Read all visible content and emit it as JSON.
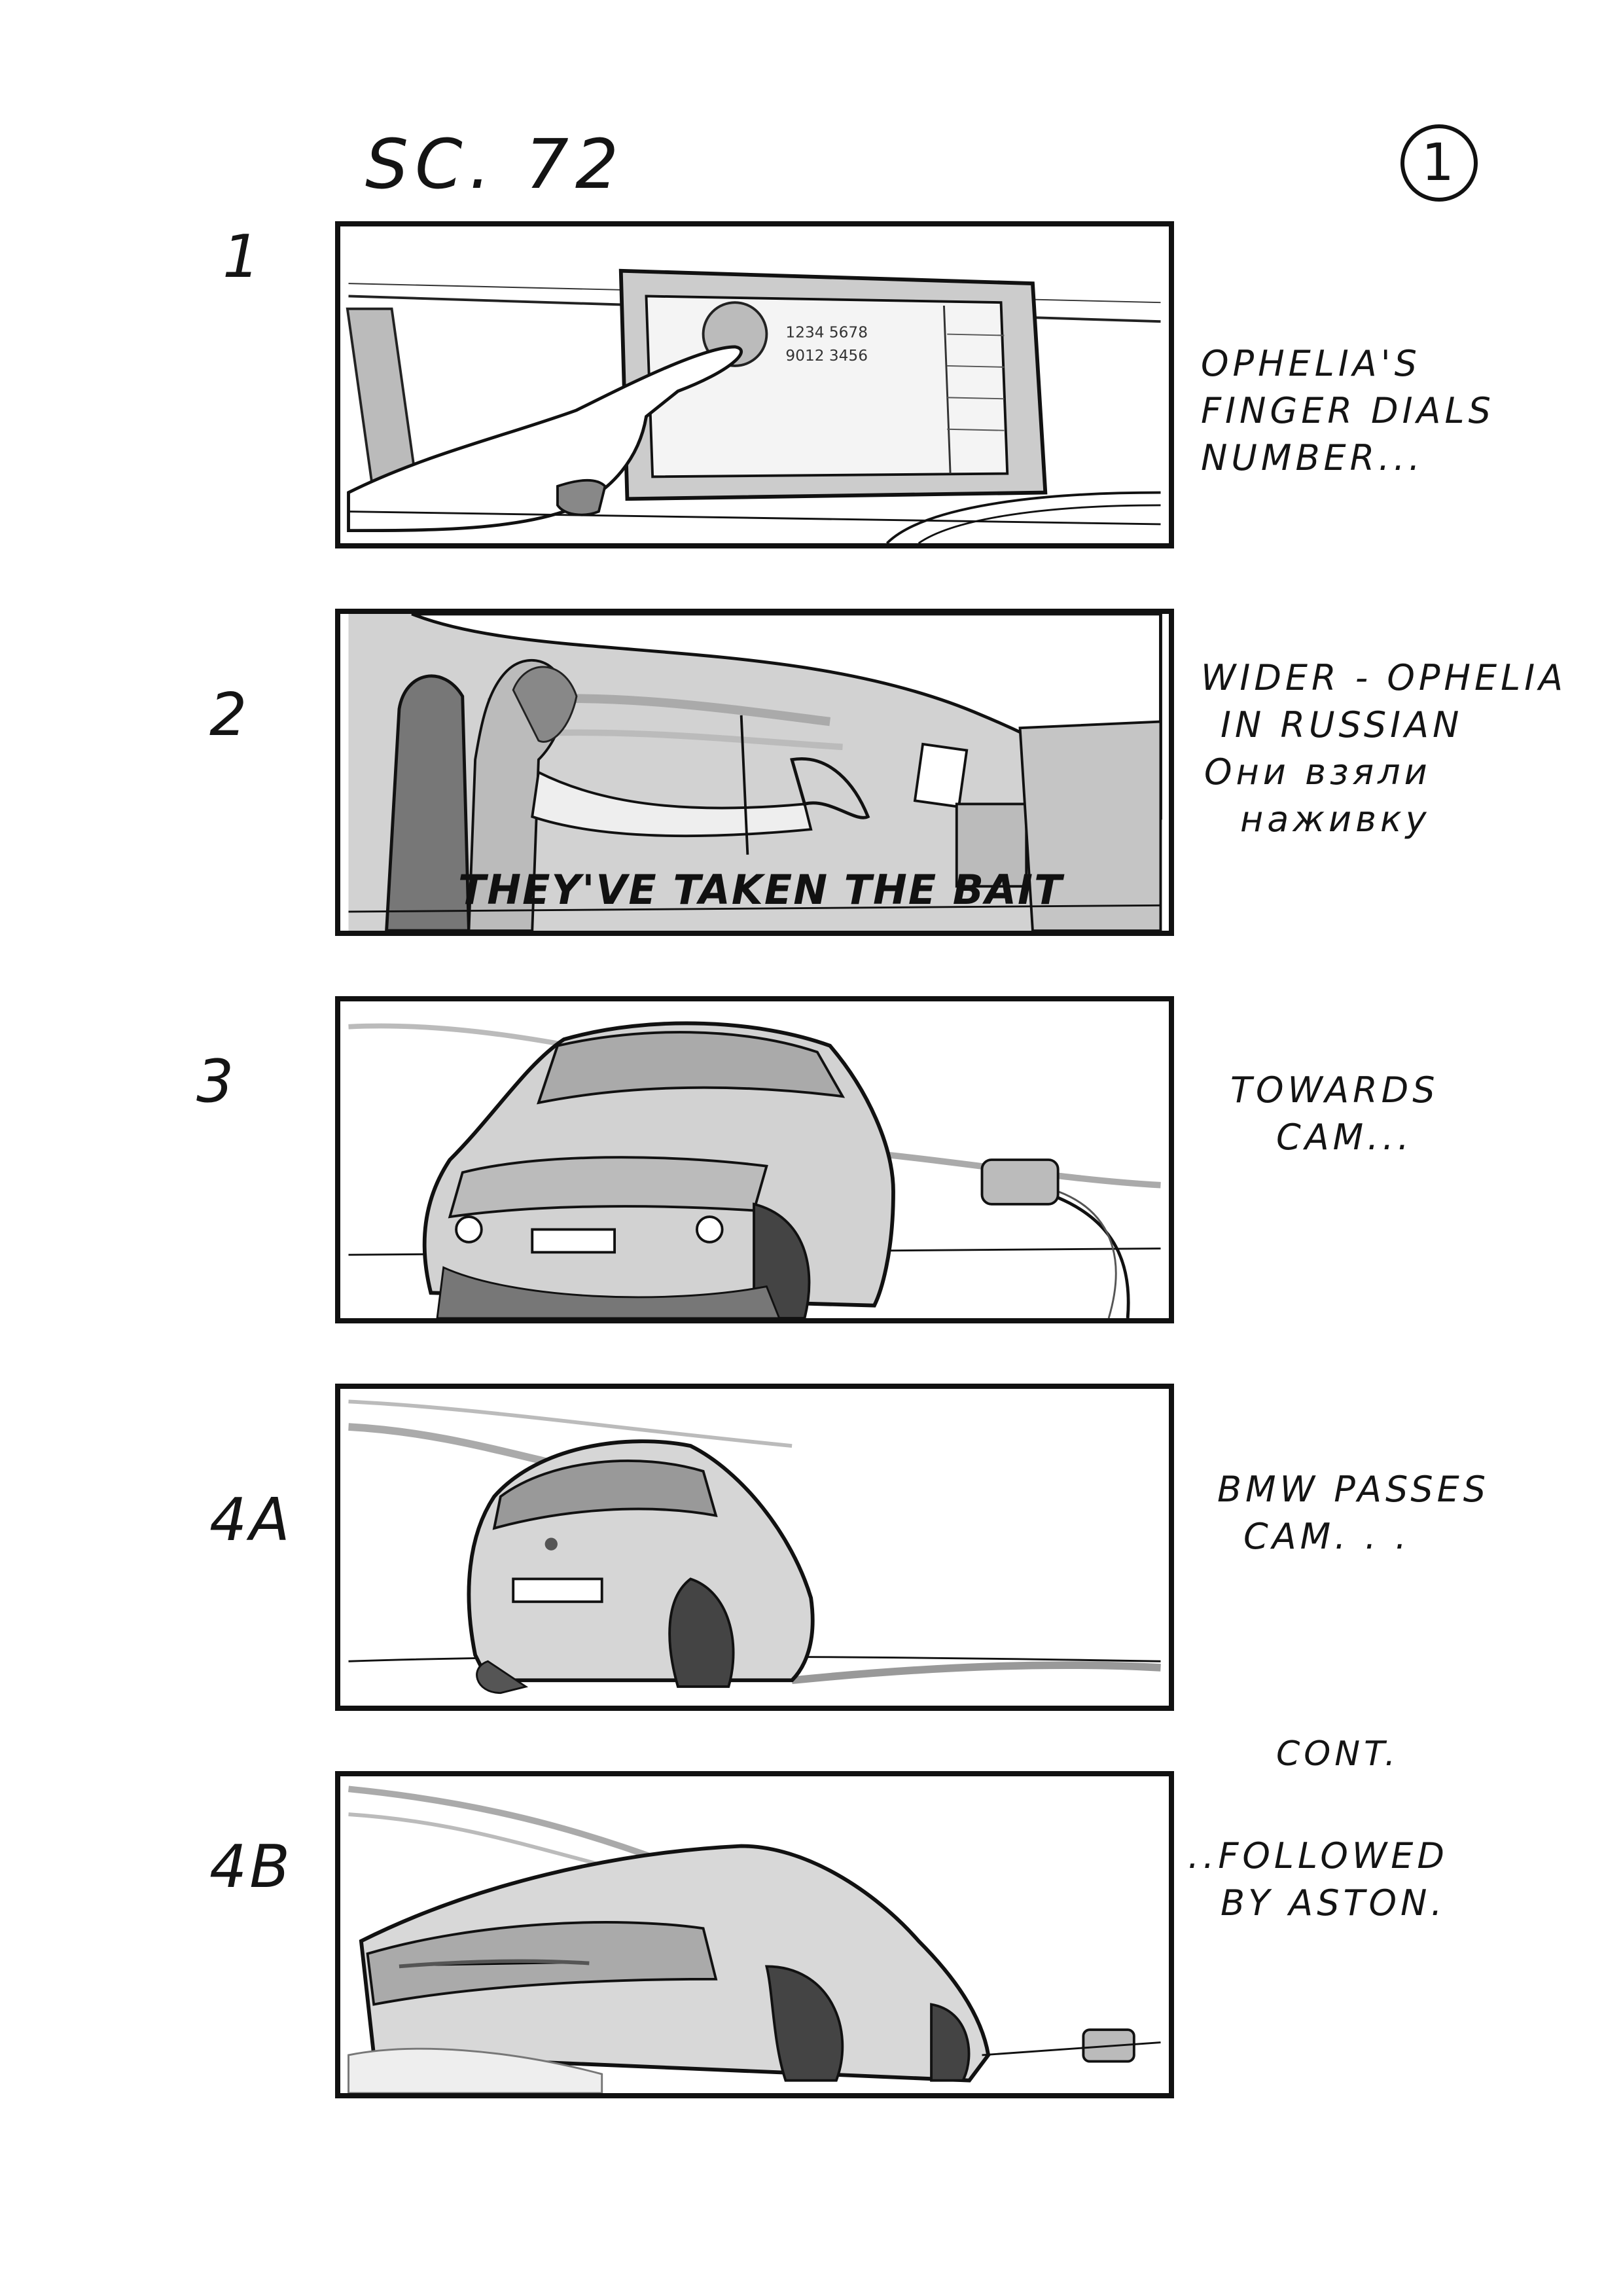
{
  "header": {
    "scene": "SC. 72",
    "page_number": "1"
  },
  "panels": [
    {
      "number": "1",
      "notes": [
        "OPHELIA'S",
        "FINGER DIALS",
        "NUMBER..."
      ],
      "screen_text": [
        "1234 5678",
        "9012 3456"
      ]
    },
    {
      "number": "2",
      "notes": [
        "WIDER - OPHELIA",
        "IN RUSSIAN",
        "Они взяли",
        "наживку"
      ],
      "subtitle": "THEY'VE TAKEN THE BAIT"
    },
    {
      "number": "3",
      "notes": [
        "TOWARDS",
        "CAM..."
      ]
    },
    {
      "number": "4A",
      "notes": [
        "BMW PASSES",
        "CAM. . ."
      ]
    },
    {
      "number": "4B",
      "pre_note": "CONT.",
      "notes": [
        "..FOLLOWED",
        "BY ASTON."
      ]
    }
  ]
}
